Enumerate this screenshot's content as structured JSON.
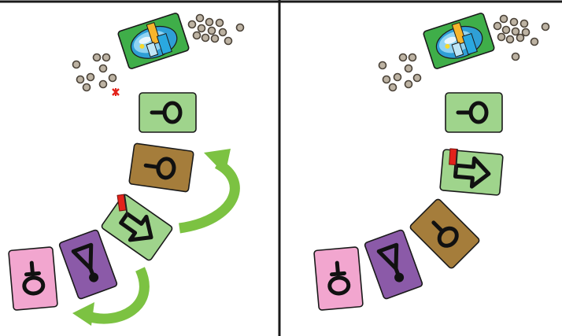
{
  "colors": {
    "card_green": "#9fd48c",
    "card_brown": "#a57d3b",
    "card_purple": "#8b5aa8",
    "card_pink": "#f2a6cf",
    "arrow_green": "#7cc242",
    "flag_red": "#e3231b",
    "goal_card": "#3fae49",
    "marker_red": "#e3231b",
    "coin_fill": "#bdb3a3",
    "frame": "#1a1a1a"
  },
  "panels": [
    {
      "name": "left-panel",
      "cards": [
        {
          "id": "goal",
          "kind": "goal-card",
          "symbol": "goal"
        },
        {
          "id": "key-green",
          "kind": "green-key-card",
          "symbol": "key"
        },
        {
          "id": "key-brown",
          "kind": "brown-key-card",
          "symbol": "key"
        },
        {
          "id": "arrow-green",
          "kind": "green-arrow-card",
          "symbol": "arrow",
          "flag": true
        },
        {
          "id": "cup-purple",
          "kind": "purple-cup-card",
          "symbol": "cup"
        },
        {
          "id": "ring-pink",
          "kind": "pink-ring-card",
          "symbol": "ring"
        }
      ],
      "swap_arrows": [
        "upper-swap-arrow",
        "lower-swap-arrow"
      ],
      "marker": "red-x-marker"
    },
    {
      "name": "right-panel",
      "cards": [
        {
          "id": "goal",
          "kind": "goal-card",
          "symbol": "goal"
        },
        {
          "id": "key-green",
          "kind": "green-key-card",
          "symbol": "key"
        },
        {
          "id": "arrow-green",
          "kind": "green-arrow-card",
          "symbol": "arrow",
          "flag": true
        },
        {
          "id": "key-brown",
          "kind": "brown-key-card",
          "symbol": "key"
        },
        {
          "id": "cup-purple",
          "kind": "purple-cup-card",
          "symbol": "cup"
        },
        {
          "id": "ring-pink",
          "kind": "pink-ring-card",
          "symbol": "ring"
        }
      ]
    }
  ]
}
